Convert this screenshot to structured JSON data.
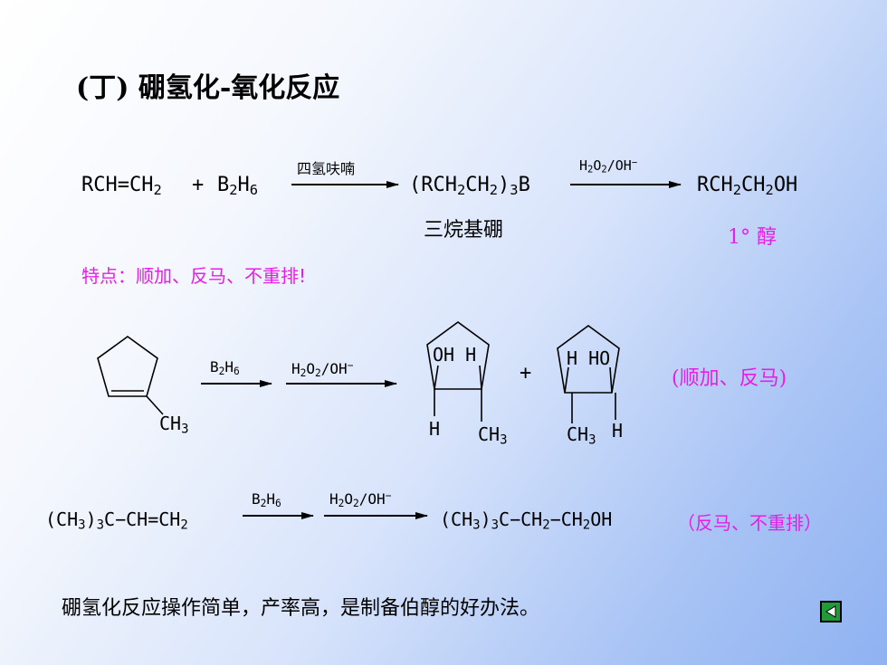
{
  "slide": {
    "title": "(丁) 硼氢化-氧化反应",
    "reaction1": {
      "reactant1_a": "RCH=CH",
      "reactant1_sub": "2",
      "plus": "+",
      "reagent_a": "B",
      "reagent_sub1": "2",
      "reagent_b": "H",
      "reagent_sub2": "6",
      "arrow1_label": "四氢呋喃",
      "intermediate_a": "(RCH",
      "intermediate_sub1": "2",
      "intermediate_b": "CH",
      "intermediate_sub2": "2",
      "intermediate_c": ")",
      "intermediate_sub3": "3",
      "intermediate_d": "B",
      "intermediate_name": "三烷基硼",
      "arrow2_label_a": "H",
      "arrow2_label_sub1": "2",
      "arrow2_label_b": "O",
      "arrow2_label_sub2": "2",
      "arrow2_label_c": "/OH",
      "arrow2_label_sup": "−",
      "product_a": "RCH",
      "product_sub1": "2",
      "product_b": "CH",
      "product_sub2": "2",
      "product_c": "OH",
      "product_name": "1° 醇"
    },
    "features": "特点：顺加、反马、不重排!",
    "reaction2": {
      "ch3_a": "CH",
      "ch3_sub": "3",
      "arrow1_a": "B",
      "arrow1_sub1": "2",
      "arrow1_b": "H",
      "arrow1_sub2": "6",
      "arrow2_a": "H",
      "arrow2_sub1": "2",
      "arrow2_b": "O",
      "arrow2_sub2": "2",
      "arrow2_c": "/OH",
      "arrow2_sup": "−",
      "p1_top": "OH H",
      "p1_bottom_h": "H",
      "p1_ch3_a": "CH",
      "p1_ch3_sub": "3",
      "plus": "+",
      "p2_top": "H HO",
      "p2_ch3_a": "CH",
      "p2_ch3_sub": "3",
      "p2_bottom_h": "H",
      "note": "(顺加、反马)"
    },
    "reaction3": {
      "r_a": "(CH",
      "r_sub1": "3",
      "r_b": ")",
      "r_sub2": "3",
      "r_c": "C−CH=CH",
      "r_sub3": "2",
      "arrow1_a": "B",
      "arrow1_sub1": "2",
      "arrow1_b": "H",
      "arrow1_sub2": "6",
      "arrow2_a": "H",
      "arrow2_sub1": "2",
      "arrow2_b": "O",
      "arrow2_sub2": "2",
      "arrow2_c": "/OH",
      "arrow2_sup": "−",
      "p_a": "(CH",
      "p_sub1": "3",
      "p_b": ")",
      "p_sub2": "3",
      "p_c": "C−CH",
      "p_sub3": "2",
      "p_d": "−CH",
      "p_sub4": "2",
      "p_e": "OH",
      "note": "（反马、不重排）"
    },
    "conclusion": "硼氢化反应操作简单，产率高，是制备伯醇的好办法。"
  },
  "colors": {
    "accent_magenta": "#e61ee6",
    "button_green": "#1f9b3a"
  },
  "icons": {
    "back_button": "triangle-left-icon"
  }
}
